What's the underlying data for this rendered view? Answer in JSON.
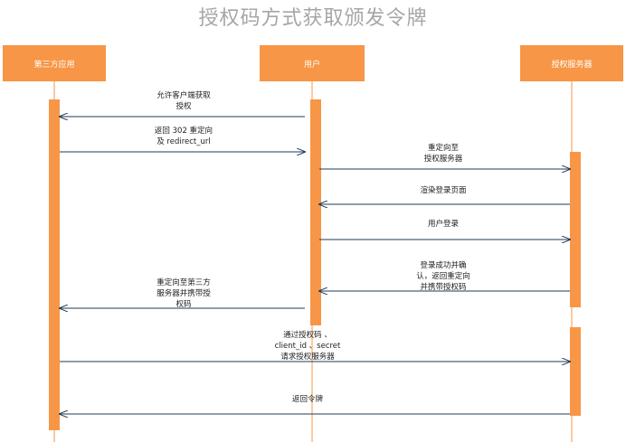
{
  "title": "授权码方式获取颁发令牌",
  "actors": {
    "client": "第三方应用",
    "user": "用户",
    "auth_server": "授权服务器"
  },
  "messages": [
    {
      "lines": [
        "允许客户端获取",
        "授权"
      ],
      "from": "user",
      "to": "client"
    },
    {
      "lines": [
        "返回 302 重定向",
        "及 redirect_url"
      ],
      "from": "client",
      "to": "user"
    },
    {
      "lines": [
        "重定向至",
        "授权服务器"
      ],
      "from": "user",
      "to": "auth_server"
    },
    {
      "lines": [
        "渲染登录页面"
      ],
      "from": "auth_server",
      "to": "user"
    },
    {
      "lines": [
        "用户登录"
      ],
      "from": "user",
      "to": "auth_server"
    },
    {
      "lines": [
        "登录成功并确",
        "认，返回重定向",
        "并携带授权码"
      ],
      "from": "auth_server",
      "to": "user"
    },
    {
      "lines": [
        "重定向至第三方",
        "服务器并携带授",
        "权码"
      ],
      "from": "user",
      "to": "client"
    },
    {
      "lines": [
        "通过授权码 、",
        "client_id 、secret",
        "请求授权服务器"
      ],
      "from": "client",
      "to": "auth_server"
    },
    {
      "lines": [
        "返回令牌"
      ],
      "from": "auth_server",
      "to": "client"
    }
  ],
  "colors": {
    "actor_fill": "#f79646",
    "lifeline": "#f79646",
    "arrow": "#1f3b57"
  }
}
